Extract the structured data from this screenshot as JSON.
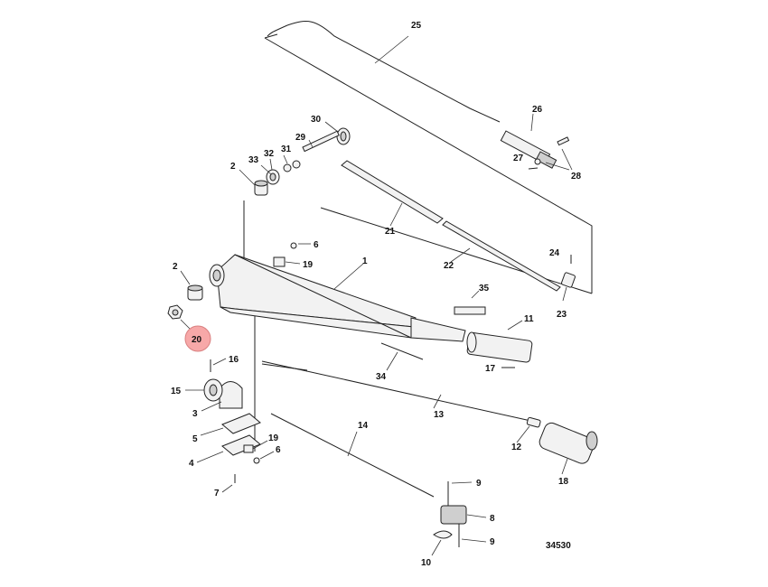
{
  "diagram": {
    "drawing_number": "34530",
    "highlighted_callout": "20",
    "colors": {
      "highlight": "#f7a8a8",
      "line": "#222222",
      "part_fill": "#f2f2f2"
    },
    "callouts": [
      "1",
      "2",
      "2",
      "3",
      "4",
      "5",
      "6",
      "6",
      "7",
      "8",
      "9",
      "9",
      "10",
      "11",
      "12",
      "13",
      "14",
      "15",
      "16",
      "17",
      "18",
      "19",
      "19",
      "20",
      "21",
      "22",
      "23",
      "24",
      "25",
      "26",
      "27",
      "28",
      "29",
      "30",
      "31",
      "32",
      "33",
      "34",
      "35"
    ]
  }
}
